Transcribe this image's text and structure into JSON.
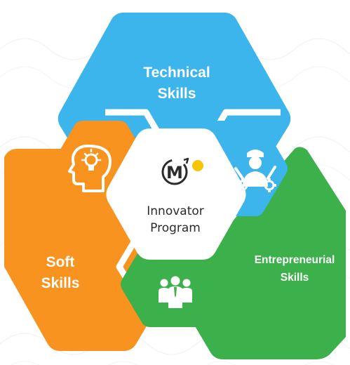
{
  "colors": {
    "technical": "#3cb4ec",
    "soft": "#f7931e",
    "entrepreneurial": "#3cb04a",
    "center": "#ffffff",
    "accent_dot": "#f7c600",
    "text_dark": "#2b2b2b",
    "background": "#ffffff"
  },
  "segments": {
    "technical": {
      "line1": "Technical",
      "line2": "Skills",
      "icon": "engineer-gears-icon"
    },
    "soft": {
      "line1": "Soft",
      "line2": "Skills",
      "icon": "head-lightbulb-icon"
    },
    "entrepreneurial": {
      "line1": "Entrepreneurial",
      "line2": "Skills",
      "icon": "team-people-icon"
    }
  },
  "center": {
    "logo_letter": "M",
    "line1": "Innovator",
    "line2": "Program",
    "logo_icon": "m-logo-icon"
  }
}
